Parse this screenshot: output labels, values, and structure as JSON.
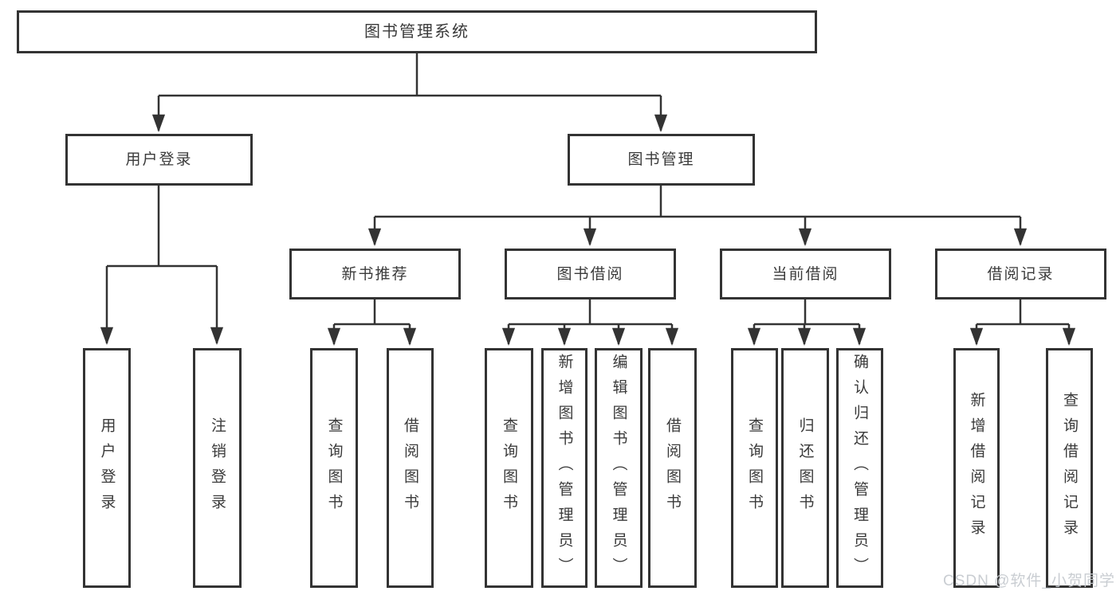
{
  "tree": {
    "root": {
      "label": "图书管理系统",
      "children": [
        {
          "label": "用户登录",
          "children": [
            {
              "label": "用户登录"
            },
            {
              "label": "注销登录"
            }
          ]
        },
        {
          "label": "图书管理",
          "children": [
            {
              "label": "新书推荐",
              "children": [
                {
                  "label": "查询图书"
                },
                {
                  "label": "借阅图书"
                }
              ]
            },
            {
              "label": "图书借阅",
              "children": [
                {
                  "label": "查询图书"
                },
                {
                  "label": "新增图书（管理员）"
                },
                {
                  "label": "编辑图书（管理员）"
                },
                {
                  "label": "借阅图书"
                }
              ]
            },
            {
              "label": "当前借阅",
              "children": [
                {
                  "label": "查询图书"
                },
                {
                  "label": "归还图书"
                },
                {
                  "label": "确认归还（管理员）"
                }
              ]
            },
            {
              "label": "借阅记录",
              "children": [
                {
                  "label": "新增借阅记录"
                },
                {
                  "label": "查询借阅记录"
                }
              ]
            }
          ]
        }
      ]
    }
  },
  "watermark": {
    "text": "CSDN @软件_小贺同学"
  },
  "colors": {
    "line": "#333333",
    "box_border": "#333333",
    "text": "#3a3a3a",
    "background": "#ffffff",
    "watermark": "#c6cad0"
  }
}
